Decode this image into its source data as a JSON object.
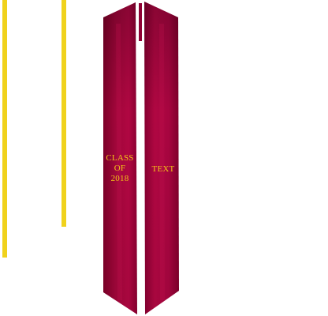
{
  "image": {
    "subject": "graduation stole",
    "colors": {
      "stole": "#b0053f",
      "stole_dark": "#80002b",
      "text": "#f2c316",
      "trim": "#f0d21c",
      "background": "#ffffff"
    },
    "left_panel": {
      "line1": "CLASS",
      "line2": "OF",
      "line3": "2018"
    },
    "right_panel": {
      "label": "TEXT"
    }
  }
}
